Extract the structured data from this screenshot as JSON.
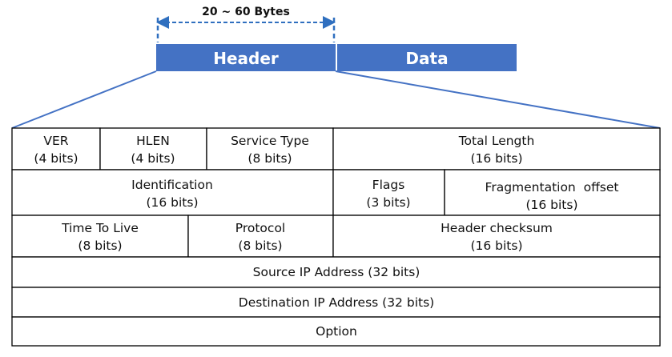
{
  "size_label": "20 ~ 60 Bytes",
  "packet": {
    "header": "Header",
    "data": "Data"
  },
  "colors": {
    "bar": "#4472c4",
    "dimension_arrow": "#2f6fbf",
    "connector": "#4472c4"
  },
  "rows": [
    [
      {
        "name": "VER",
        "bits": "(4 bits)"
      },
      {
        "name": "HLEN",
        "bits": "(4 bits)"
      },
      {
        "name": "Service Type",
        "bits": "(8 bits)"
      },
      {
        "name": "Total Length",
        "bits": "(16 bits)"
      }
    ],
    [
      {
        "name": "Identification",
        "bits": "(16 bits)"
      },
      {
        "name": "Flags",
        "bits": "(3 bits)"
      },
      {
        "name": "Fragmentation  offset",
        "bits": "(16 bits)"
      }
    ],
    [
      {
        "name": "Time To Live",
        "bits": "(8 bits)"
      },
      {
        "name": "Protocol",
        "bits": "(8 bits)"
      },
      {
        "name": "Header checksum",
        "bits": "(16 bits)"
      }
    ],
    [
      {
        "name": "Source IP Address (32 bits)"
      }
    ],
    [
      {
        "name": "Destination IP Address (32 bits)"
      }
    ],
    [
      {
        "name": "Option"
      }
    ]
  ]
}
